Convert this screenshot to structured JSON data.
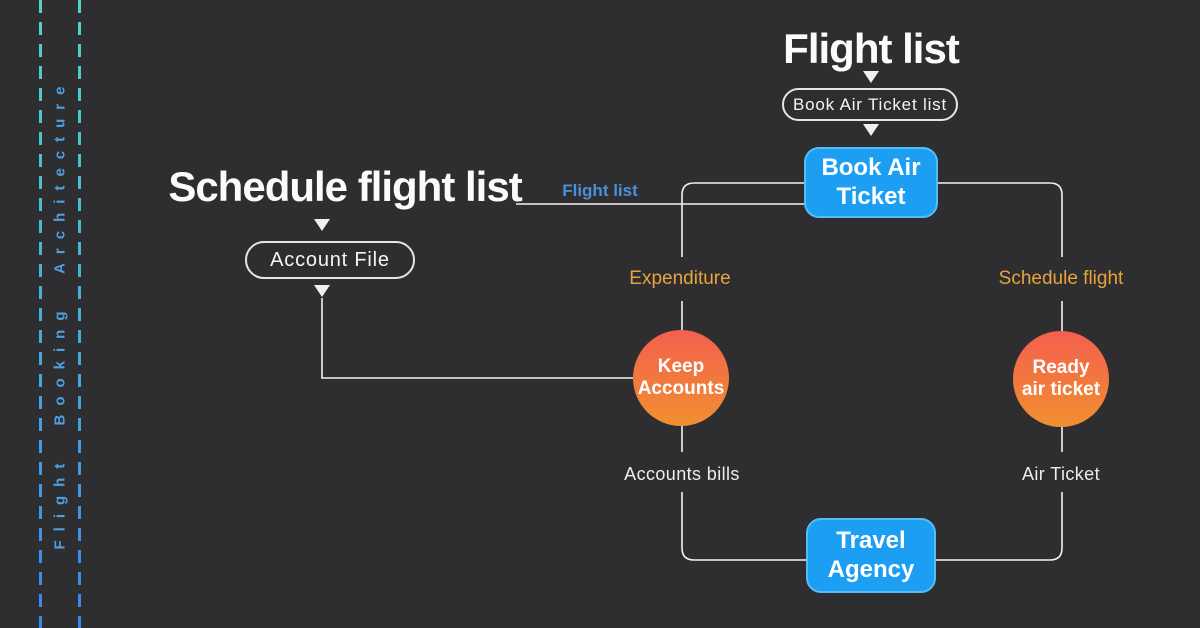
{
  "colors": {
    "background": "#2e2e30",
    "node_blue": "#1c9ff2",
    "node_blue_border": "#55bdf6",
    "circle_top": "#f45f4d",
    "circle_bottom": "#f09030",
    "line": "#f2f2f2",
    "label_orange": "#e8a33d",
    "label_blue": "#4a90d9",
    "sidebar_text": "#4f9fdf",
    "dash_top": "#4fd6c6",
    "dash_bottom": "#3b86ee"
  },
  "sidebar": {
    "vertical_label": "Flight Booking Architecture"
  },
  "flows": {
    "top": {
      "title": "Flight list",
      "pill_label": "Book Air Ticket list"
    },
    "left": {
      "title": "Schedule flight list",
      "pill_label": "Account File"
    }
  },
  "nodes": {
    "book_air_ticket": {
      "line1": "Book Air",
      "line2": "Ticket"
    },
    "travel_agency": {
      "line1": "Travel",
      "line2": "Agency"
    },
    "keep_accounts": {
      "line1": "Keep",
      "line2": "Accounts"
    },
    "ready_air_ticket": {
      "line1": "Ready",
      "line2": "air ticket"
    }
  },
  "edge_labels": {
    "flight_list": "Flight list",
    "expenditure": "Expenditure",
    "schedule_flight": "Schedule flight",
    "accounts_bills": "Accounts bills",
    "air_ticket": "Air Ticket"
  }
}
